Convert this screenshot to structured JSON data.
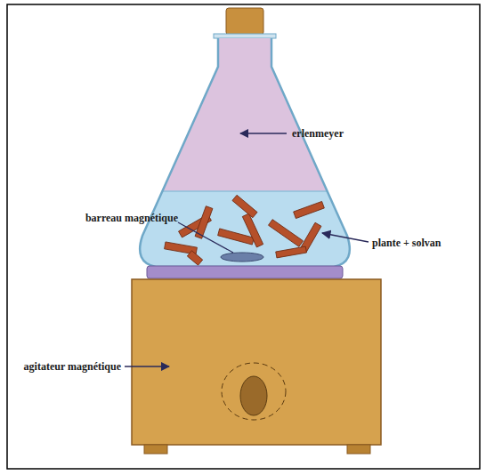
{
  "diagram": {
    "labels": [
      "erlenmeyer",
      "barreau magnétique",
      "plante + solvan",
      "agitateur magnétique"
    ]
  }
}
